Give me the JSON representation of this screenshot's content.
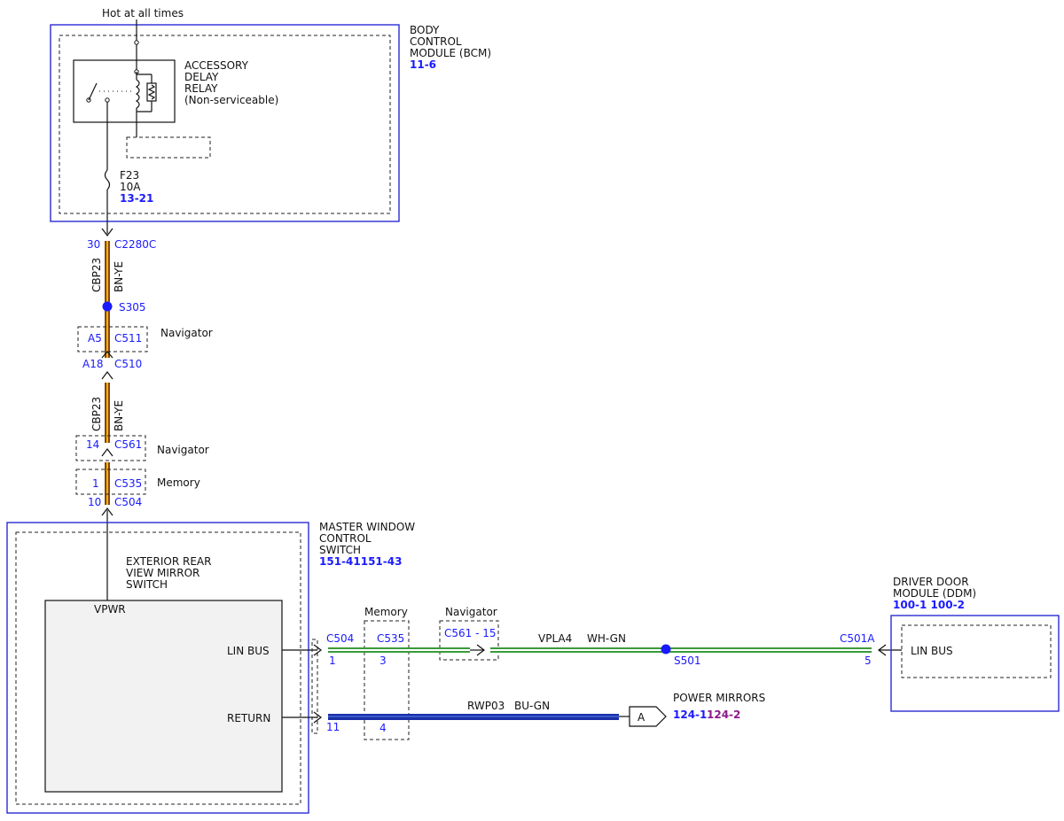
{
  "diagram": {
    "hot_label": "Hot at all times",
    "bcm": {
      "name_l1": "BODY",
      "name_l2": "CONTROL",
      "name_l3": "MODULE (BCM)",
      "ref": "11-6",
      "relay_l1": "ACCESSORY",
      "relay_l2": "DELAY",
      "relay_l3": "RELAY",
      "relay_l4": "(Non-serviceable)",
      "fuse_id": "F23",
      "fuse_amp": "10A",
      "fuse_ref": "13-21"
    },
    "vertical": {
      "pin_30": "30",
      "conn_c2280c": "C2280C",
      "circuit_1": "CBP23",
      "color_1": "BN-YE",
      "splice_s305": "S305",
      "pin_a5": "A5",
      "conn_c511": "C511",
      "navigator_1": "Navigator",
      "pin_a18": "A18",
      "conn_c510": "C510",
      "circuit_2": "CBP23",
      "color_2": "BN-YE",
      "pin_14": "14",
      "conn_c561": "C561",
      "navigator_2": "Navigator",
      "pin_1": "1",
      "conn_c535": "C535",
      "memory_1": "Memory",
      "pin_10": "10",
      "conn_c504": "C504"
    },
    "mwcs": {
      "name_l1": "MASTER WINDOW",
      "name_l2": "CONTROL",
      "name_l3": "SWITCH",
      "ref": "151-41151-43",
      "switch_l1": "EXTERIOR REAR",
      "switch_l2": "VIEW MIRROR",
      "switch_l3": "SWITCH",
      "vpwr": "VPWR",
      "lin_bus": "LIN BUS",
      "return": "RETURN"
    },
    "horizontal": {
      "memory_label": "Memory",
      "navigator_label": "Navigator",
      "conn_c504": "C504",
      "conn_c535": "C535",
      "conn_c561": "C561 - 15",
      "pin_1": "1",
      "pin_3": "3",
      "pin_11": "11",
      "pin_4": "4",
      "circuit_lin": "VPLA4",
      "color_lin": "WH-GN",
      "splice_s501": "S501",
      "conn_c501a": "C501A",
      "pin_5": "5",
      "circuit_ret": "RWP03",
      "color_ret": "BU-GN",
      "ref_letter": "A",
      "power_mirrors": "POWER MIRRORS",
      "pm_ref1": "124-1",
      "pm_ref2": "124-2"
    },
    "ddm": {
      "name_l1": "DRIVER DOOR",
      "name_l2": "MODULE (DDM)",
      "ref": "100-1 100-2",
      "lin_bus": "LIN BUS"
    },
    "colors": {
      "module_border": "#2b2bd6",
      "module_fill": "#f2f2f2",
      "wire_brown": "#8b4513",
      "wire_yellow": "#f0b400",
      "wire_white": "#ffffff",
      "wire_green": "#3a9a3a",
      "wire_blue": "#1a2fa8",
      "link_blue": "#1a1aff",
      "link_purple": "#8b1a8b"
    }
  }
}
